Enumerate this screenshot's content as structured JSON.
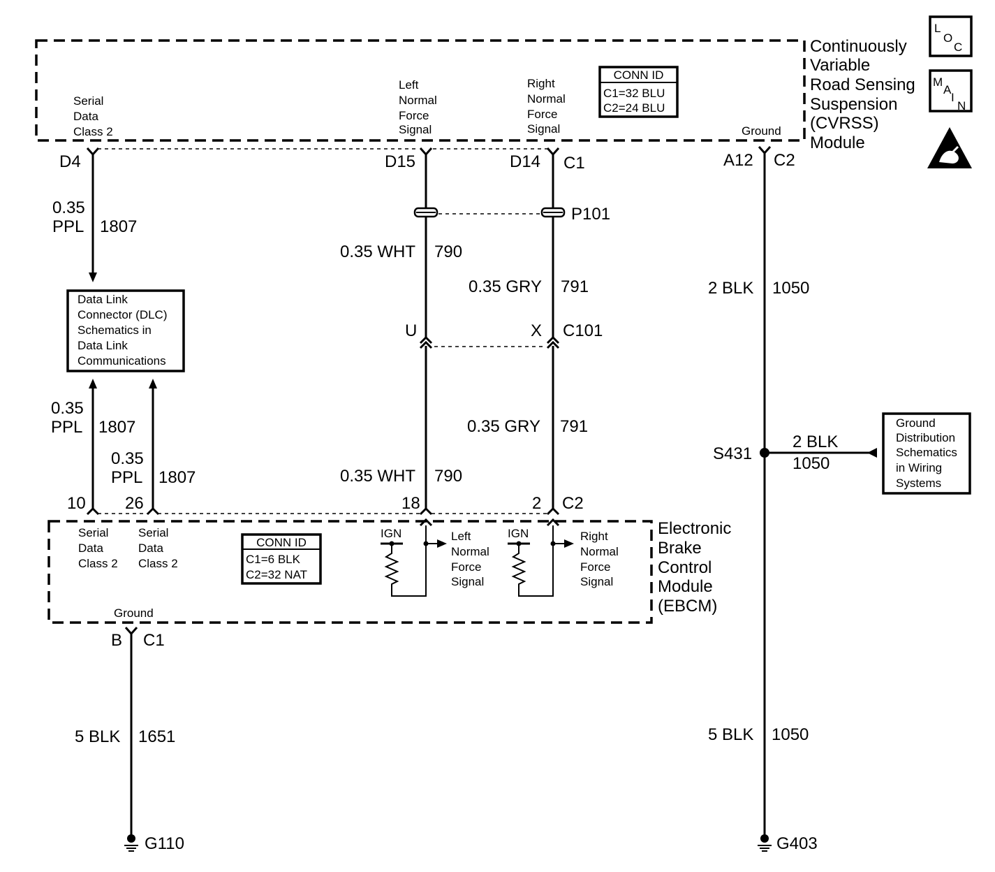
{
  "cvrss": {
    "title_lines": [
      "Continuously",
      "Variable",
      "Road Sensing",
      "Suspension",
      "(CVRSS)",
      "Module"
    ],
    "pin_serial_lines": [
      "Serial",
      "Data",
      "Class 2"
    ],
    "pin_left_lines": [
      "Left",
      "Normal",
      "Force",
      "Signal"
    ],
    "pin_right_lines": [
      "Right",
      "Normal",
      "Force",
      "Signal"
    ],
    "pin_ground": "Ground",
    "conn_title": "CONN ID",
    "conn_lines": [
      "C1=32 BLU",
      "C2=24 BLU"
    ],
    "term_d4": "D4",
    "term_d15": "D15",
    "term_d14": "D14",
    "term_c1": "C1",
    "term_a12": "A12",
    "term_c2": "C2"
  },
  "badges": {
    "loc": [
      "L",
      "O",
      "C"
    ],
    "main": [
      "M",
      "A",
      "I",
      "N"
    ]
  },
  "wires": {
    "ppl_size": "0.35",
    "ppl_color": "PPL",
    "ppl_circuit": "1807",
    "wht_label": "0.35 WHT",
    "wht_circuit": "790",
    "gry_label": "0.35 GRY",
    "gry_circuit": "791",
    "blk2_label": "2 BLK",
    "blk_circuit": "1050",
    "blk5_label": "5 BLK",
    "ebcm_ground_circuit": "1651"
  },
  "connectors": {
    "p101": "P101",
    "c101": "C101",
    "c101_u": "U",
    "c101_x": "X"
  },
  "dlc_box": [
    "Data Link",
    "Connector (DLC)",
    "Schematics in",
    "Data Link",
    "Communications"
  ],
  "ground_dist_box": [
    "Ground",
    "Distribution",
    "Schematics",
    "in Wiring",
    "Systems"
  ],
  "splice": "S431",
  "ebcm": {
    "title_lines": [
      "Electronic",
      "Brake",
      "Control",
      "Module",
      "(EBCM)"
    ],
    "serial1_lines": [
      "Serial",
      "Data",
      "Class 2"
    ],
    "serial2_lines": [
      "Serial",
      "Data",
      "Class 2"
    ],
    "left_lines": [
      "Left",
      "Normal",
      "Force",
      "Signal"
    ],
    "right_lines": [
      "Right",
      "Normal",
      "Force",
      "Signal"
    ],
    "ign": "IGN",
    "ground": "Ground",
    "conn_title": "CONN ID",
    "conn_lines": [
      "C1=6 BLK",
      "C2=32 NAT"
    ],
    "term_10": "10",
    "term_26": "26",
    "term_18": "18",
    "term_2": "2",
    "term_c2": "C2",
    "term_b": "B",
    "term_c1": "C1"
  },
  "grounds": {
    "g110": "G110",
    "g403": "G403"
  }
}
